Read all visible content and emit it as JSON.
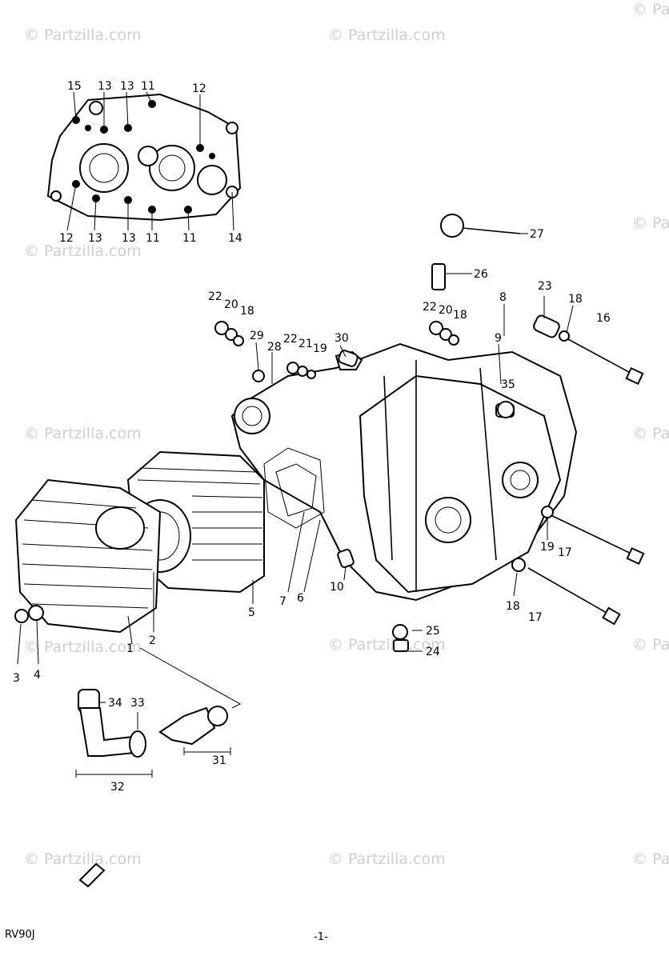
{
  "watermark": "© Partzilla.com",
  "footer": {
    "model": "RV90J",
    "page": "-1-"
  },
  "callouts": {
    "inset_top": [
      "15",
      "13",
      "13",
      "11",
      "12"
    ],
    "inset_bottom": [
      "12",
      "13",
      "13",
      "11",
      "11",
      "14"
    ],
    "main": [
      "27",
      "26",
      "22",
      "20",
      "18",
      "8",
      "23",
      "18",
      "16",
      "22",
      "20",
      "18",
      "29",
      "28",
      "22",
      "21",
      "19",
      "30",
      "9",
      "35",
      "19",
      "17",
      "18",
      "17",
      "25",
      "24",
      "10",
      "7",
      "6",
      "5",
      "2",
      "1",
      "3",
      "4",
      "34",
      "33",
      "31",
      "32"
    ]
  }
}
